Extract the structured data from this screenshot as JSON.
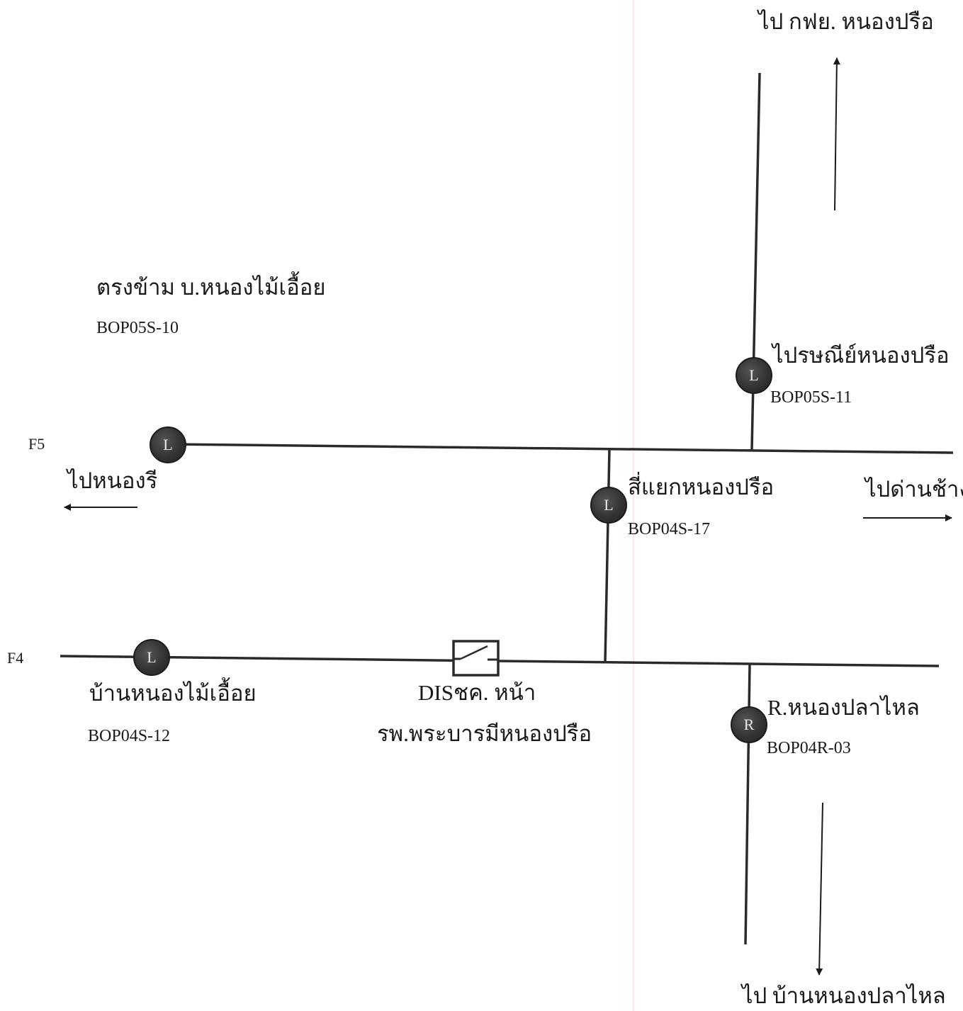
{
  "feeders": {
    "f5": "F5",
    "f4": "F4"
  },
  "directions": {
    "north": "ไป กฟย. หนองปรือ",
    "west": "ไปหนองรี",
    "east": "ไปด่านช้าง",
    "south": "ไป บ้านหนองปลาไหล"
  },
  "devices": {
    "f5_west": {
      "symbol": "L",
      "name": "ตรงข้าม บ.หนองไม้เอื้อย",
      "code": "BOP05S-10"
    },
    "f5_north": {
      "symbol": "L",
      "name": "ไปรษณีย์หนองปรือ",
      "code": "BOP05S-11"
    },
    "tie": {
      "symbol": "L",
      "name": "สี่แยกหนองปรือ",
      "code": "BOP04S-17"
    },
    "f4_west": {
      "symbol": "L",
      "name": "บ้านหนองไม้เอื้อย",
      "code": "BOP04S-12"
    },
    "recloser": {
      "symbol": "R",
      "name": "R.หนองปลาไหล",
      "code": "BOP04R-03"
    },
    "disconnect": {
      "line1": "DISชค. หน้า",
      "line2": "รพ.พระบารมีหนองปรือ"
    }
  }
}
